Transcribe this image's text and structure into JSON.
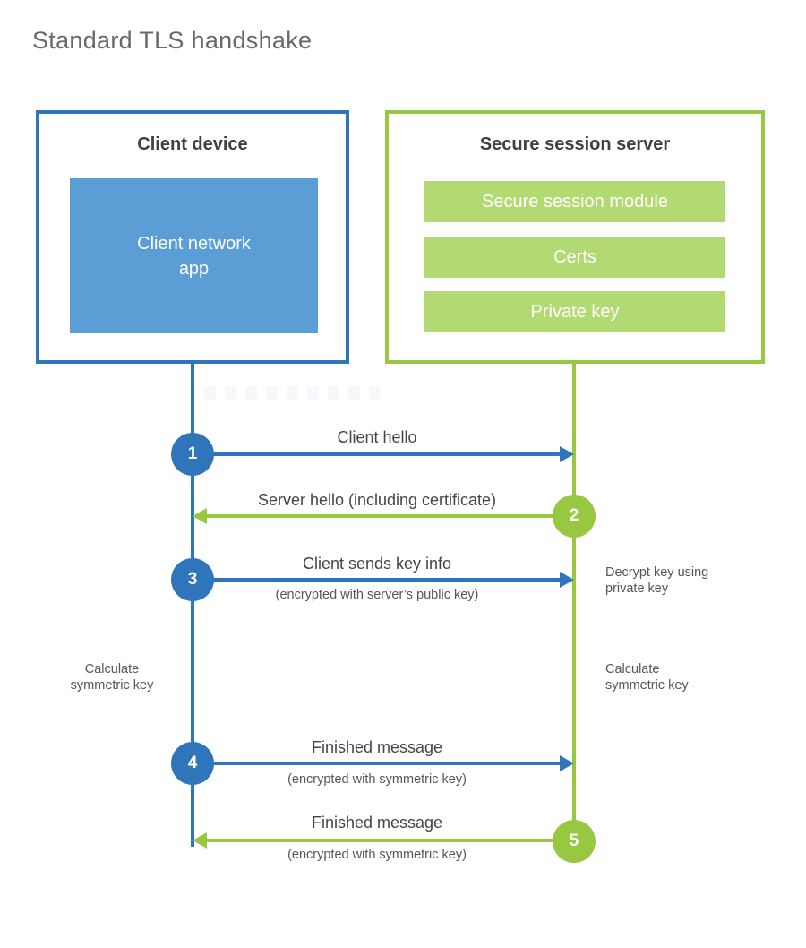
{
  "title": "Standard TLS handshake",
  "client": {
    "title": "Client device",
    "app": "Client network\napp"
  },
  "server": {
    "title": "Secure session server",
    "modules": [
      {
        "label": "Secure session module"
      },
      {
        "label": "Certs"
      },
      {
        "label": "Private key"
      }
    ]
  },
  "steps": [
    {
      "num": "1",
      "label": "Client hello",
      "direction": "client-to-server"
    },
    {
      "num": "2",
      "label": "Server hello (including certificate)",
      "direction": "server-to-client"
    },
    {
      "num": "3",
      "label": "Client sends key info",
      "sublabel": "(encrypted with server’s public key)",
      "direction": "client-to-server"
    },
    {
      "num": "4",
      "label": "Finished message",
      "sublabel": "(encrypted with symmetric key)",
      "direction": "client-to-server"
    },
    {
      "num": "5",
      "label": "Finished message",
      "sublabel": "(encrypted with symmetric key)",
      "direction": "server-to-client"
    }
  ],
  "annotations": {
    "decrypt_key": "Decrypt key using\nprivate key",
    "calculate_left": "Calculate\nsymmetric key",
    "calculate_right": "Calculate\nsymmetric key"
  },
  "colors": {
    "blue": "#2e75bb",
    "blue_fill": "#5b9dd5",
    "green": "#97c83f",
    "green_fill": "#b3da72"
  }
}
